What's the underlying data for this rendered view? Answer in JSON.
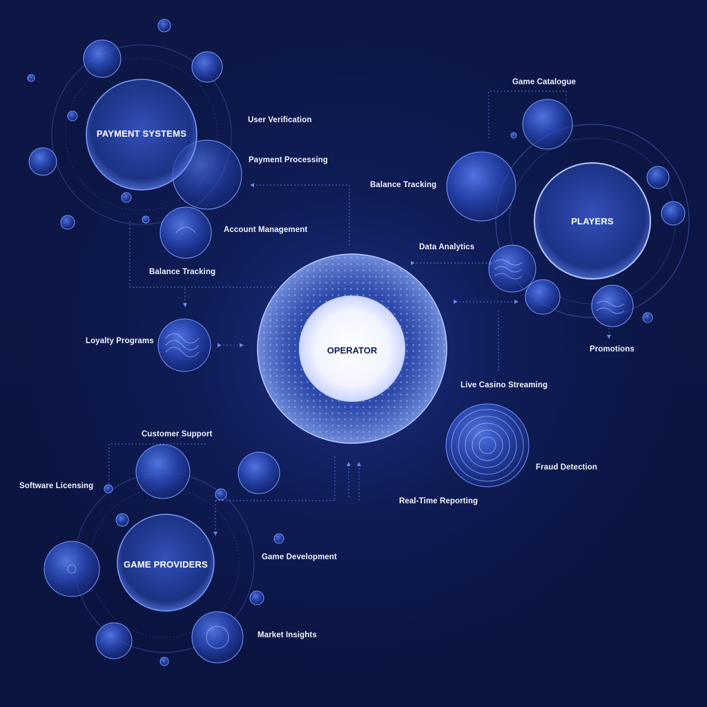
{
  "hubs": {
    "operator": "OPERATOR",
    "payment_systems": "PAYMENT SYSTEMS",
    "players": "PLAYERS",
    "game_providers": "GAME PROVIDERS"
  },
  "labels": {
    "user_verification": "User Verification",
    "payment_processing": "Payment Processing",
    "account_management": "Account Management",
    "balance_tracking_left": "Balance Tracking",
    "loyalty_programs": "Loyalty Programs",
    "game_catalogue": "Game Catalogue",
    "balance_tracking_right": "Balance Tracking",
    "data_analytics": "Data Analytics",
    "promotions": "Promotions",
    "live_casino_streaming": "Live Casino Streaming",
    "fraud_detection": "Fraud Detection",
    "real_time_reporting": "Real-Time Reporting",
    "customer_support": "Customer Support",
    "software_licensing": "Software Licensing",
    "game_development": "Game Development",
    "market_insights": "Market Insights"
  },
  "colors": {
    "background": "#0b1540",
    "sphere_fill": "#2a4fc0",
    "sphere_edge": "#6f95ff",
    "connector": "#5d84ff",
    "center_glow": "#ffffff"
  }
}
